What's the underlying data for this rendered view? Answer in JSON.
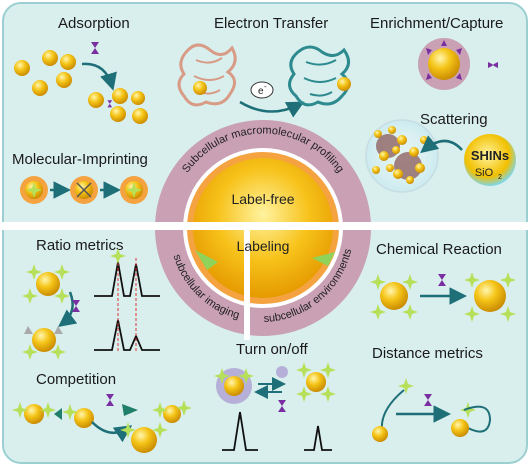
{
  "labels": {
    "adsorption": "Adsorption",
    "electron_transfer": "Electron Transfer",
    "enrichment_capture": "Enrichment/Capture",
    "molecular_imprinting": "Molecular-Imprinting",
    "scattering": "Scattering",
    "shins": "SHINs",
    "sio2_base": "SiO",
    "sio2_sub": "2",
    "electron": "e",
    "electron_sup": "-",
    "ratio_metrics": "Ratio metrics",
    "chemical_reaction": "Chemical Reaction",
    "competition": "Competition",
    "turn_on_off": "Turn on/off",
    "distance_metrics": "Distance metrics"
  },
  "center": {
    "label_free": "Label-free",
    "labeling": "Labeling",
    "ring_top": "Subcellular macromolecular profiling",
    "ring_left": "subcellular imaging",
    "ring_right": "subcellular environments"
  },
  "colors": {
    "background": "#d9efee",
    "gold": "#f5c518",
    "ring": "#c9a0b4",
    "orange_ring": "#f4a340",
    "arrow": "#1e6f78",
    "purple": "#7a2fa0",
    "green_star": "#b6e05a"
  }
}
